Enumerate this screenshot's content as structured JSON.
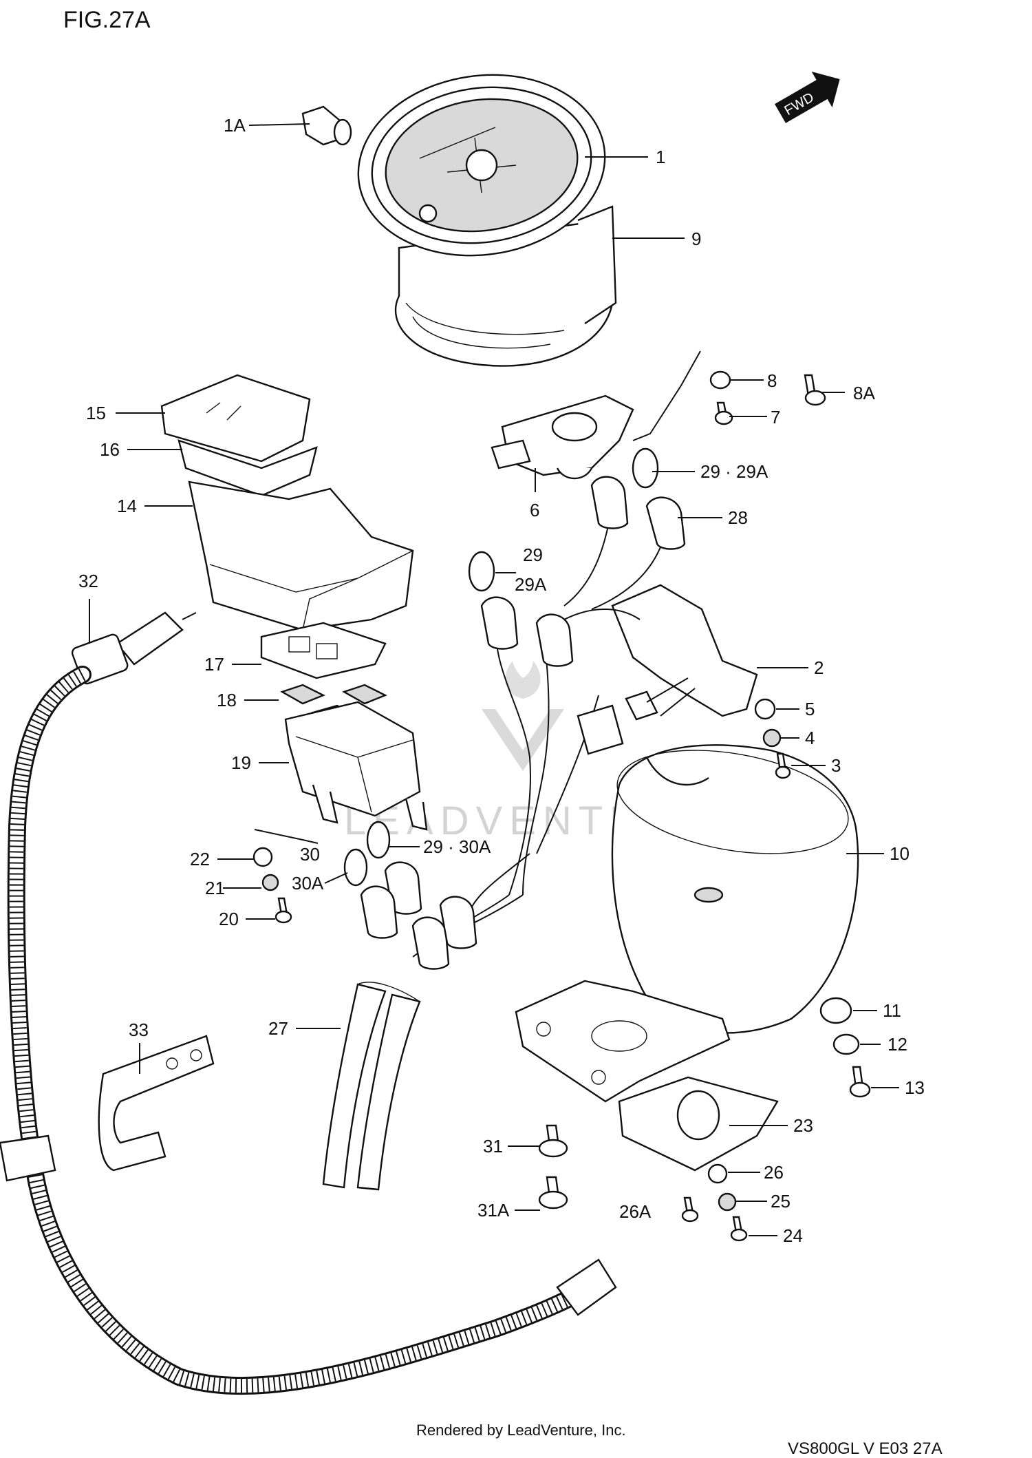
{
  "figure_title": "FIG.27A",
  "fwd_label": "FWD",
  "watermark": "LEADVENTURE",
  "footer": "Rendered by LeadVenture, Inc.",
  "page_code": "VS800GL V E03 27A",
  "callouts": [
    {
      "id": "c-1a",
      "text": "1A"
    },
    {
      "id": "c-1",
      "text": "1"
    },
    {
      "id": "c-9",
      "text": "9"
    },
    {
      "id": "c-8",
      "text": "8"
    },
    {
      "id": "c-8a",
      "text": "8A"
    },
    {
      "id": "c-7",
      "text": "7"
    },
    {
      "id": "c-15",
      "text": "15"
    },
    {
      "id": "c-16",
      "text": "16"
    },
    {
      "id": "c-14",
      "text": "14"
    },
    {
      "id": "c-6",
      "text": "6"
    },
    {
      "id": "c-29-29a-top",
      "text": "29 · 29A"
    },
    {
      "id": "c-28",
      "text": "28"
    },
    {
      "id": "c-29-mid",
      "text": "29"
    },
    {
      "id": "c-29a-mid",
      "text": "29A"
    },
    {
      "id": "c-32",
      "text": "32"
    },
    {
      "id": "c-2",
      "text": "2"
    },
    {
      "id": "c-17",
      "text": "17"
    },
    {
      "id": "c-5",
      "text": "5"
    },
    {
      "id": "c-18",
      "text": "18"
    },
    {
      "id": "c-4",
      "text": "4"
    },
    {
      "id": "c-19",
      "text": "19"
    },
    {
      "id": "c-3",
      "text": "3"
    },
    {
      "id": "c-10",
      "text": "10"
    },
    {
      "id": "c-22",
      "text": "22"
    },
    {
      "id": "c-30",
      "text": "30"
    },
    {
      "id": "c-29-30a",
      "text": "29 · 30A"
    },
    {
      "id": "c-21",
      "text": "21"
    },
    {
      "id": "c-30a",
      "text": "30A"
    },
    {
      "id": "c-20",
      "text": "20"
    },
    {
      "id": "c-33",
      "text": "33"
    },
    {
      "id": "c-27",
      "text": "27"
    },
    {
      "id": "c-11",
      "text": "11"
    },
    {
      "id": "c-12",
      "text": "12"
    },
    {
      "id": "c-13",
      "text": "13"
    },
    {
      "id": "c-23",
      "text": "23"
    },
    {
      "id": "c-31",
      "text": "31"
    },
    {
      "id": "c-26",
      "text": "26"
    },
    {
      "id": "c-25",
      "text": "25"
    },
    {
      "id": "c-31a",
      "text": "31A"
    },
    {
      "id": "c-26a",
      "text": "26A"
    },
    {
      "id": "c-24",
      "text": "24"
    }
  ]
}
